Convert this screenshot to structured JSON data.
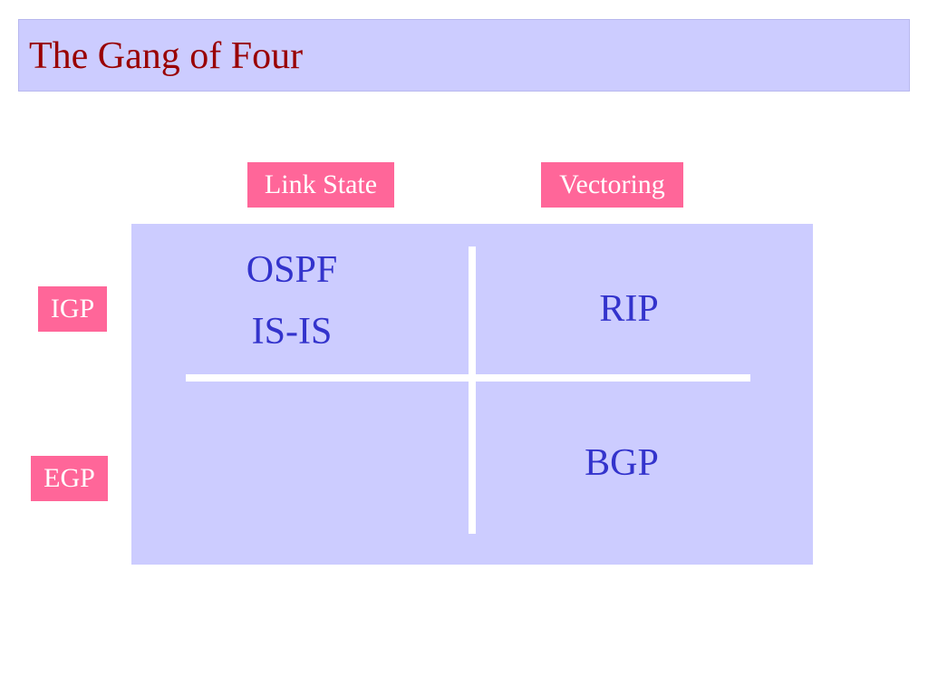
{
  "slide": {
    "title": "The Gang of Four"
  },
  "columns": {
    "link_state": "Link State",
    "vectoring": "Vectoring"
  },
  "rows": {
    "igp": "IGP",
    "egp": "EGP"
  },
  "cells": {
    "igp_link_state": [
      "OSPF",
      "IS-IS"
    ],
    "igp_vectoring": "RIP",
    "egp_link_state": "",
    "egp_vectoring": "BGP"
  },
  "colors": {
    "title_text": "#990000",
    "title_bar": "#ccccff",
    "tag_background": "#ff6699",
    "tag_text": "#ffffff",
    "matrix_background": "#ccccff",
    "protocol_text": "#3333cc",
    "divider": "#ffffff"
  }
}
